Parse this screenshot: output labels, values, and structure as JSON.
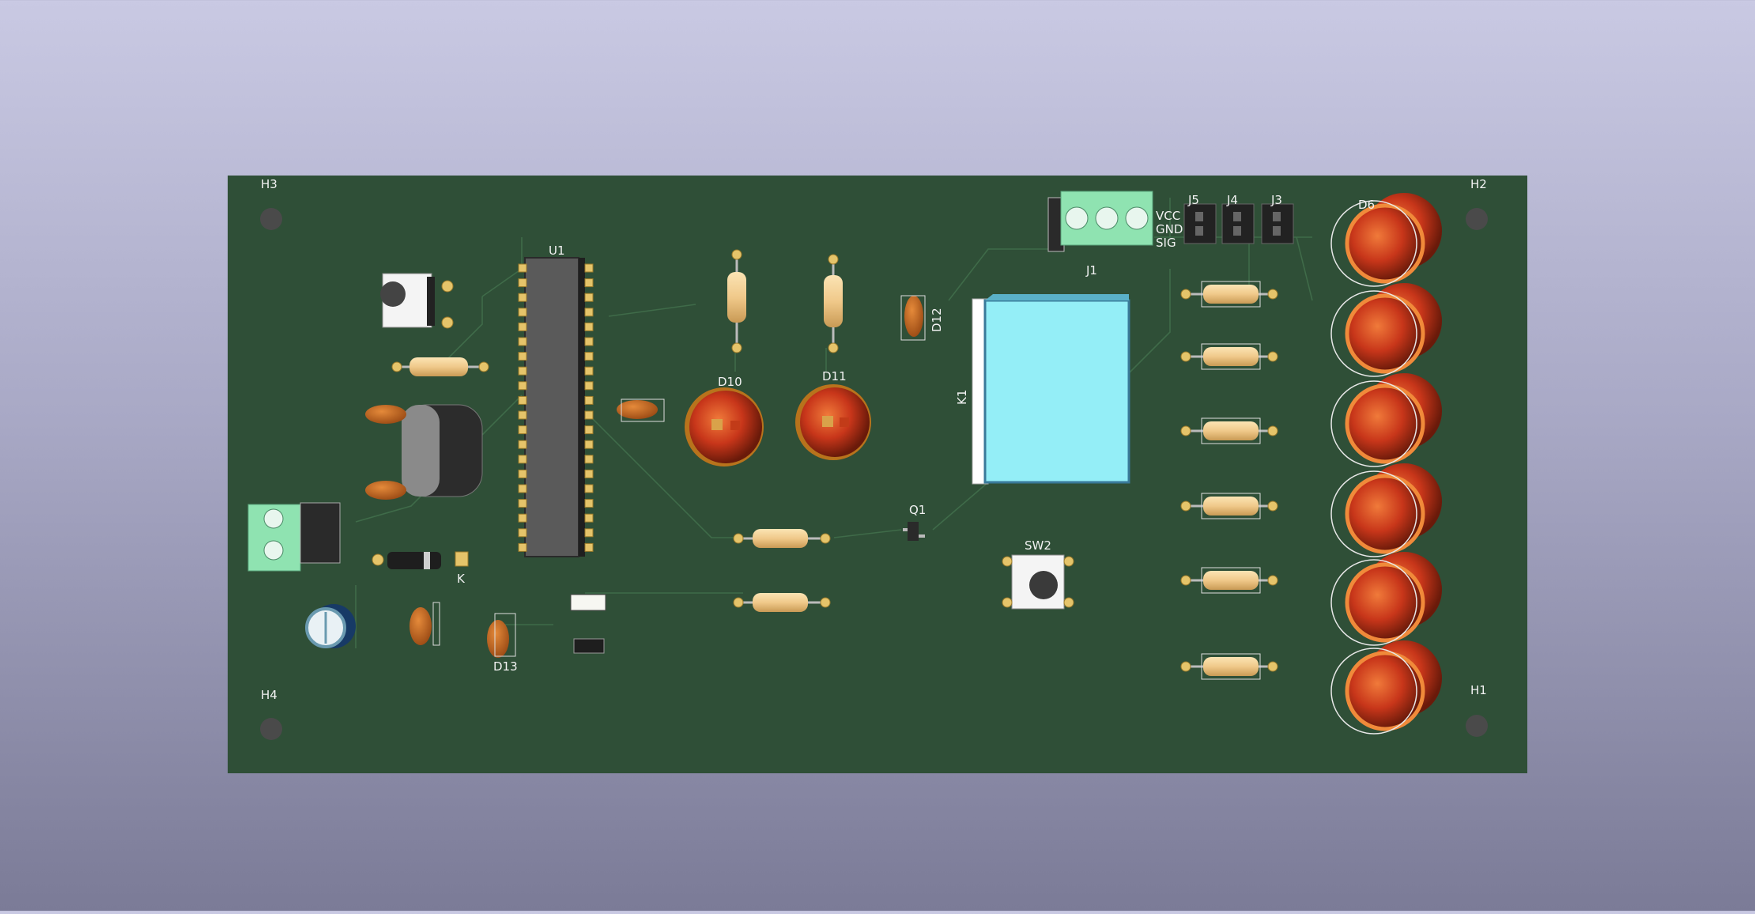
{
  "board": {
    "colors": {
      "background_top": "#c9c9e3",
      "background_bottom": "#7b7b97",
      "solder_mask": "#2f4f37",
      "silkscreen": "#f2f2f2",
      "relay": "#94eef7",
      "terminal": "#8fe3b1",
      "led": "#d8431a"
    },
    "labels": {
      "h1": "H1",
      "h2": "H2",
      "h3": "H3",
      "h4": "H4",
      "u1": "U1",
      "d6": "D6",
      "d10": "D10",
      "d11": "D11",
      "d12": "D12",
      "d13": "D13",
      "k1": "K1",
      "q1": "Q1",
      "sw2": "SW2",
      "j1": "J1",
      "j3": "J3",
      "j4": "J4",
      "j5": "J5",
      "k": "K",
      "vcc": "VCC",
      "gnd": "GND",
      "sig": "SIG"
    }
  }
}
